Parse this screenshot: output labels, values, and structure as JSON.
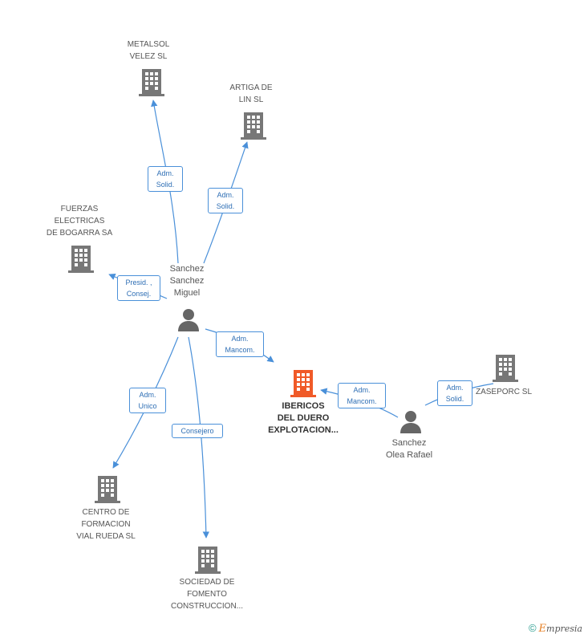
{
  "nodes": {
    "metalsol": {
      "lines": [
        "METALSOL",
        "VELEZ SL"
      ],
      "kind": "company"
    },
    "artiga": {
      "lines": [
        "ARTIGA DE",
        "LIN SL"
      ],
      "kind": "company"
    },
    "fuerzas": {
      "lines": [
        "FUERZAS",
        "ELECTRICAS",
        "DE BOGARRA SA"
      ],
      "kind": "company"
    },
    "sanchez_miguel": {
      "lines": [
        "Sanchez",
        "Sanchez",
        "Miguel"
      ],
      "kind": "person"
    },
    "ibericos": {
      "lines": [
        "IBERICOS",
        "DEL DUERO",
        "EXPLOTACION..."
      ],
      "kind": "main"
    },
    "zaseporc": {
      "lines": [
        "ZASEPORC SL"
      ],
      "kind": "company"
    },
    "sanchez_olea": {
      "lines": [
        "Sanchez",
        "Olea Rafael"
      ],
      "kind": "person"
    },
    "centro": {
      "lines": [
        "CENTRO DE",
        "FORMACION",
        "VIAL RUEDA SL"
      ],
      "kind": "company"
    },
    "sociedad": {
      "lines": [
        "SOCIEDAD DE",
        "FOMENTO",
        "CONSTRUCCION..."
      ],
      "kind": "company"
    }
  },
  "edges": [
    {
      "id": "e_metalsol",
      "from": "sanchez_miguel",
      "to": "metalsol",
      "label": [
        "Adm.",
        "Solid."
      ]
    },
    {
      "id": "e_artiga",
      "from": "sanchez_miguel",
      "to": "artiga",
      "label": [
        "Adm.",
        "Solid."
      ]
    },
    {
      "id": "e_fuerzas",
      "from": "sanchez_miguel",
      "to": "fuerzas",
      "label": [
        "Presid. ,",
        "Consej."
      ]
    },
    {
      "id": "e_ibericos",
      "from": "sanchez_miguel",
      "to": "ibericos",
      "label": [
        "Adm.",
        "Mancom."
      ]
    },
    {
      "id": "e_centro",
      "from": "sanchez_miguel",
      "to": "centro",
      "label": [
        "Adm.",
        "Unico"
      ]
    },
    {
      "id": "e_sociedad",
      "from": "sanchez_miguel",
      "to": "sociedad",
      "label": [
        "Consejero"
      ]
    },
    {
      "id": "e_olea_ibericos",
      "from": "sanchez_olea",
      "to": "ibericos",
      "label": [
        "Adm.",
        "Mancom."
      ]
    },
    {
      "id": "e_olea_zaseporc",
      "from": "sanchez_olea",
      "to": "zaseporc",
      "label": [
        "Adm.",
        "Solid."
      ]
    }
  ],
  "footer": {
    "copyright": "©",
    "brand_initial": "E",
    "brand_rest": "mpresia"
  },
  "colors": {
    "edge": "#4a90d9",
    "company_icon": "#777777",
    "main_icon": "#f05a28",
    "person_icon": "#666666"
  }
}
